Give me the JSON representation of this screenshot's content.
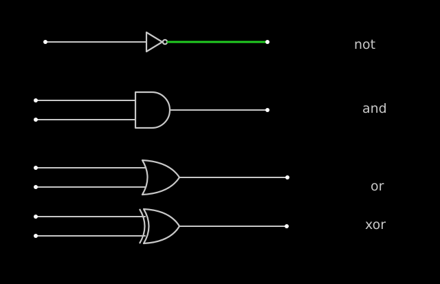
{
  "gates": [
    {
      "id": "not",
      "label": "not",
      "output_active": true
    },
    {
      "id": "and",
      "label": "and",
      "output_active": false
    },
    {
      "id": "or",
      "label": "or",
      "output_active": false
    },
    {
      "id": "xor",
      "label": "xor",
      "output_active": false
    }
  ],
  "colors": {
    "background": "#000000",
    "wire": "#c8c8c8",
    "active_wire": "#22cc22",
    "pin": "#ffffff",
    "label": "#c8c8c8"
  }
}
